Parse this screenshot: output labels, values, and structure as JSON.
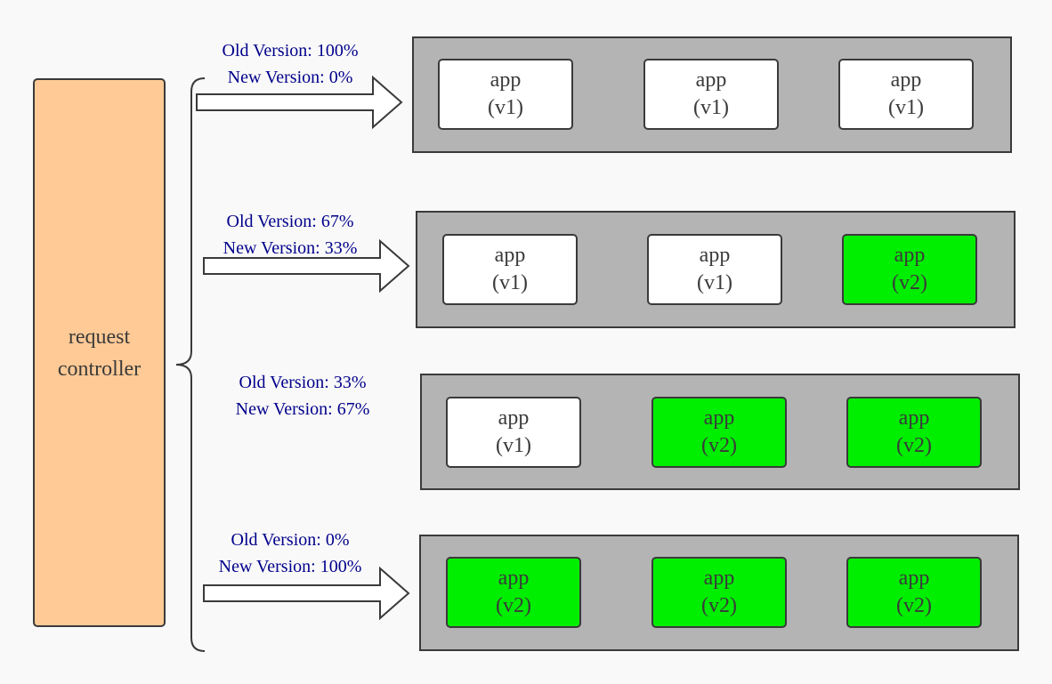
{
  "controller": {
    "line1": "request",
    "line2": "controller"
  },
  "colors": {
    "controller_fill": "#ffca96",
    "row_fill": "#b4b4b4",
    "v1_fill": "#ffffff",
    "v2_fill": "#00ee00",
    "label_text": "#00008b",
    "stroke": "#3a3a3a"
  },
  "icons": {
    "brace": "curly-brace-icon",
    "arrow": "block-arrow-icon"
  },
  "stages": [
    {
      "old_label": "Old Version: 100%",
      "new_label": "New Version: 0%",
      "old_percent": 100,
      "new_percent": 0,
      "arrow": true,
      "apps": [
        {
          "name": "app",
          "version": "(v1)"
        },
        {
          "name": "app",
          "version": "(v1)"
        },
        {
          "name": "app",
          "version": "(v1)"
        }
      ]
    },
    {
      "old_label": "Old Version: 67%",
      "new_label": "New Version: 33%",
      "old_percent": 67,
      "new_percent": 33,
      "arrow": true,
      "apps": [
        {
          "name": "app",
          "version": "(v1)"
        },
        {
          "name": "app",
          "version": "(v1)"
        },
        {
          "name": "app",
          "version": "(v2)"
        }
      ]
    },
    {
      "old_label": "Old Version: 33%",
      "new_label": "New Version: 67%",
      "old_percent": 33,
      "new_percent": 67,
      "arrow": false,
      "apps": [
        {
          "name": "app",
          "version": "(v1)"
        },
        {
          "name": "app",
          "version": "(v2)"
        },
        {
          "name": "app",
          "version": "(v2)"
        }
      ]
    },
    {
      "old_label": "Old Version: 0%",
      "new_label": "New Version: 100%",
      "old_percent": 0,
      "new_percent": 100,
      "arrow": true,
      "apps": [
        {
          "name": "app",
          "version": "(v2)"
        },
        {
          "name": "app",
          "version": "(v2)"
        },
        {
          "name": "app",
          "version": "(v2)"
        }
      ]
    }
  ]
}
